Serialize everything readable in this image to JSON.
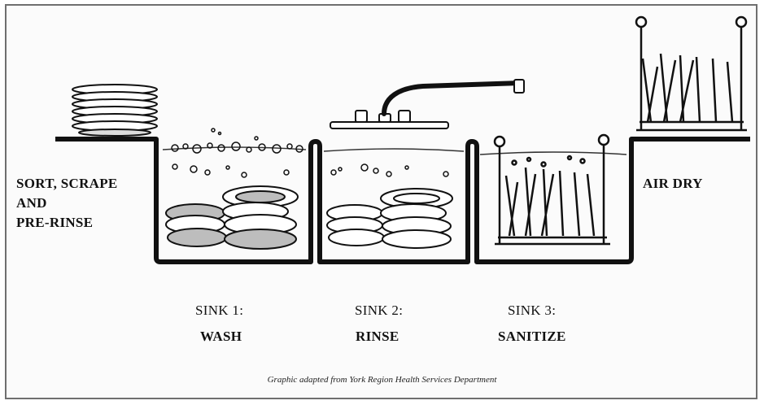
{
  "labels": {
    "prep_line1": "SORT, SCRAPE",
    "prep_line2": "AND",
    "prep_line3": "PRE-RINSE",
    "air_dry": "AIR DRY"
  },
  "sinks": [
    {
      "name": "SINK 1:",
      "action": "WASH"
    },
    {
      "name": "SINK 2:",
      "action": "RINSE"
    },
    {
      "name": "SINK 3:",
      "action": "SANITIZE"
    }
  ],
  "credit": "Graphic adapted from York Region Health Services Department",
  "colors": {
    "line": "#111111",
    "frame": "#6f6f6f",
    "plate_fill": "#bdbdbd",
    "background": "#fbfbfb"
  }
}
